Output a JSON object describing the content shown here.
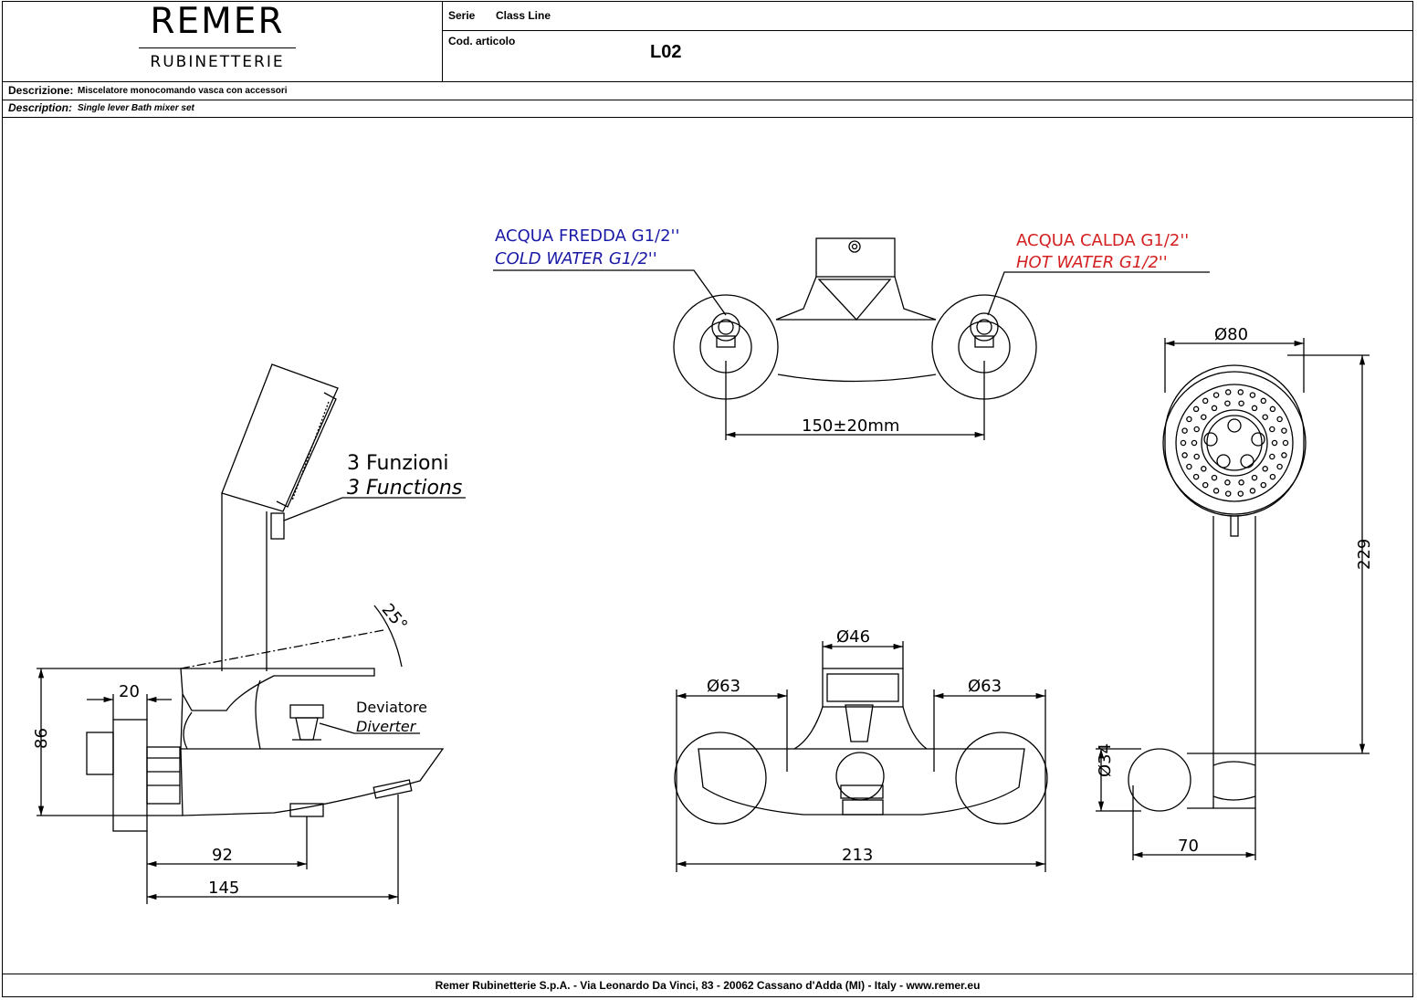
{
  "header": {
    "brand": "REMER",
    "brand_sub": "RUBINETTERIE",
    "serie_label": "Serie",
    "serie_value": "Class Line",
    "code_label": "Cod. articolo",
    "code_value": "L02",
    "desc_it_label": "Descrizione:",
    "desc_it_value": "Miscelatore monocomando vasca con accessori",
    "desc_en_label": "Description:",
    "desc_en_value": "Single lever Bath mixer set"
  },
  "annotations": {
    "cold_it": "ACQUA FREDDA G1/2''",
    "cold_en": "COLD WATER G1/2''",
    "hot_it": "ACQUA CALDA G1/2''",
    "hot_en": "HOT WATER G1/2''",
    "functions_it": "3 Funzioni",
    "functions_en": "3 Functions",
    "diverter_it": "Deviatore",
    "diverter_en": "Diverter"
  },
  "dimensions": {
    "centers": "150±20mm",
    "angle": "25°",
    "d20": "20",
    "d86": "86",
    "d92": "92",
    "d145": "145",
    "d46": "Ø46",
    "d63_left": "Ø63",
    "d63_right": "Ø63",
    "d213": "213",
    "d80": "Ø80",
    "d229": "229",
    "d34": "Ø34",
    "d70": "70"
  },
  "colors": {
    "cold": "#1a1aa6",
    "hot": "#d42020"
  },
  "footer": {
    "text": "Remer Rubinetterie S.p.A. - Via Leonardo Da Vinci, 83 - 20062 Cassano d'Adda (MI) - Italy - www.remer.eu"
  }
}
